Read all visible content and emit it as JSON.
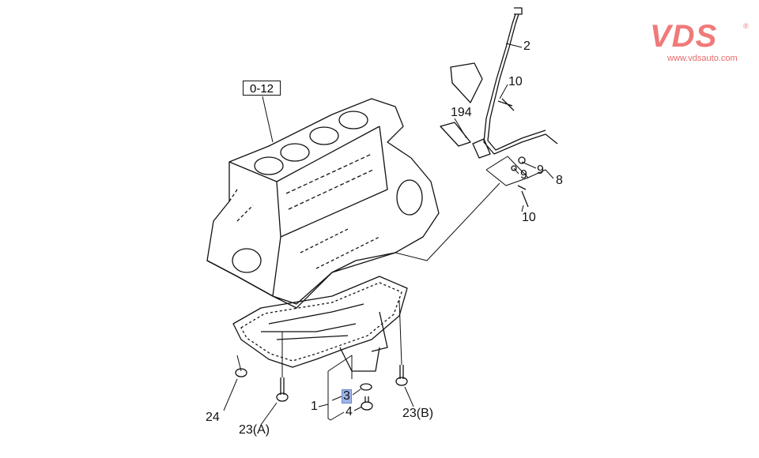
{
  "logo": {
    "mark": "VDS",
    "registered": "®",
    "url": "www.vdsauto.com",
    "color": "#f07a7a"
  },
  "reference": {
    "label": "0-12"
  },
  "callouts": {
    "c2": "2",
    "c10_top": "10",
    "c194": "194",
    "c9_right": "9",
    "c9_left": "9",
    "c8": "8",
    "c10_bottom": "10",
    "c24": "24",
    "c23a": "23(A)",
    "c1": "1",
    "c3": "3",
    "c4": "4",
    "c23b": "23(B)"
  },
  "highlight_color": "#9fb3e6"
}
